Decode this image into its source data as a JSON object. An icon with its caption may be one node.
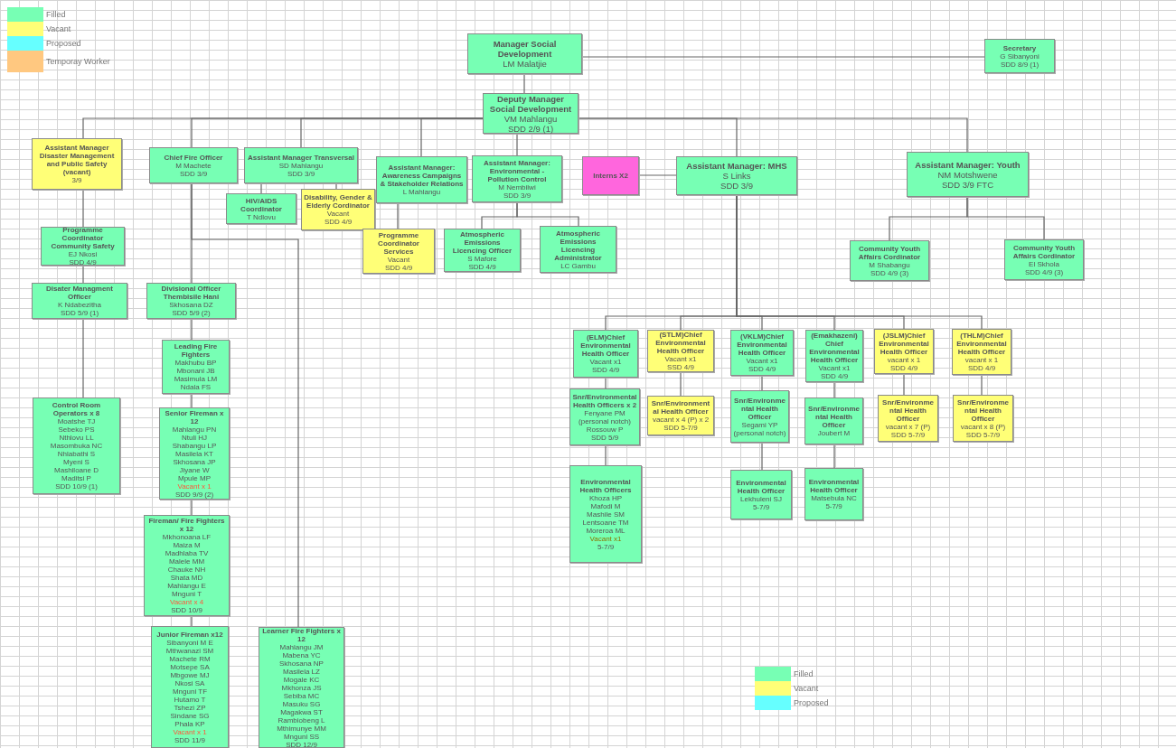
{
  "diagram": {
    "nodes": [
      {
        "text": [
          "Manager Social Development",
          "LM Malatjie"
        ]
      },
      {
        "text": [
          "Secretary",
          "G Sibanyoni",
          "SDD 8/9 (1)"
        ]
      },
      {
        "text": [
          "Deputy Manager Social Development",
          "VM Mahlangu",
          "SDD 2/9 (1)"
        ]
      },
      {
        "text": [
          "Assistant Manager Disaster Management and Public Safety (vacant)",
          "3/9"
        ]
      },
      {
        "text": [
          "Chief Fire Officer",
          "M Machete",
          "SDD 3/9"
        ]
      },
      {
        "text": [
          "Assistant Manager Transversal",
          "SD Mahlangu",
          "SDD 3/9"
        ]
      },
      {
        "text": [
          "Assistant Manager: Awareness Campaigns & Stakeholder Relations",
          "L Mahlangu"
        ]
      },
      {
        "text": [
          "Assistant Manager: Environmental - Pollution Control",
          "M Nembilwi",
          "SDD 3/9"
        ]
      },
      {
        "text": [
          "Interns X2"
        ]
      },
      {
        "text": [
          "Assistant Manager: MHS",
          "S Links",
          "SDD 3/9"
        ]
      },
      {
        "text": [
          "Assistant Manager: Youth",
          "NM Motshwene",
          "SDD 3/9 FTC"
        ]
      },
      {
        "text": [
          "HIV/AIDS Coordinator",
          "T Ndlovu"
        ]
      },
      {
        "text": [
          "Disability, Gender & Elderly Cordinator",
          "Vacant",
          "SDD 4/9"
        ]
      },
      {
        "text": [
          "Programme Coordinator Services",
          "Vacant",
          "SDD 4/9"
        ]
      },
      {
        "text": [
          "Atmospheric Emissions Licencing Officer",
          "S Mafore",
          "SDD 4/9"
        ]
      },
      {
        "text": [
          "Atmospheric Emissions Licencing Administrator",
          "LC Gambu"
        ]
      },
      {
        "text": [
          "Programme Coordinator Community Safety",
          "EJ Nkosi",
          "SDD 4/9"
        ]
      },
      {
        "text": [
          "Community Youth Affairs Cordinator",
          "M Shabangu",
          "SDD 4/9 (3)"
        ]
      },
      {
        "text": [
          "Community Youth Affairs Cordinator",
          "El Skhola",
          "SDD 4/9 (3)"
        ]
      },
      {
        "text": [
          "Disater Managment Officer",
          "K Ndabezitha",
          "SDD 5/9 (1)"
        ]
      },
      {
        "text": [
          "Divisional Officer Thembisile Hani",
          "Skhosana DZ",
          "SDD 5/9 (2)"
        ]
      },
      {
        "text": [
          "Leading Fire Fighters",
          "Makhubu BP",
          "Mbonani JB",
          "Masimula LM",
          "Ndala FS"
        ]
      },
      {
        "text": [
          "Control Room Operators x 8",
          "Moatshe TJ",
          "Sebeko PS",
          "Nthlovu LL",
          "Masombuka NC",
          "Nhlabathi S",
          "Myeni S",
          "Mashiloane D",
          "Maditsi P",
          "SDD 10/9 (1)"
        ]
      },
      {
        "text": [
          "Senior Fireman x 12",
          "Mahlangu PN",
          "Ntuli HJ",
          "Shabangu LP",
          "Masilela KT",
          "Skhosana JP",
          "Jiyane W",
          "Mpule MP",
          "Vacant x 1",
          "SDD 9/9 (2)"
        ]
      },
      {
        "text": [
          "Fireman/ Fire Fighters x 12",
          "Mkhonoana LF",
          "Maiza M",
          "Madhlaba TV",
          "Malele MM",
          "Chauke NH",
          "Shata MD",
          "Mahlangu E",
          "Mnguni T",
          "Vacant x 4",
          "SDD 10/9"
        ]
      },
      {
        "text": [
          "Junior Fireman x12",
          "Sibanyoni M E",
          "Mthwanazi SM",
          "Machete RM",
          "Motsepe SA",
          "Mbgowe MJ",
          "Nkosi SA",
          "Mnguni TF",
          "Hutamo T",
          "Tshezi ZP",
          "Sindane SG",
          "Phala KP",
          "Vacant x 1",
          "SDD 11/9"
        ]
      },
      {
        "text": [
          "Learner Fire Fighters x 12",
          "Mahlangu JM",
          "Mabena YC",
          "Skhosana NP",
          "Masilela LZ",
          "Mogale KC",
          "Mkhonza JS",
          "Sebiba MC",
          "Masuku SG",
          "Magakwa ST",
          "Rambiobeng L",
          "Mthimunye MM",
          "Mnguni SS",
          "SDD 12/9"
        ]
      },
      {
        "text": [
          "(ELM)Chief Environmental Health Officer",
          "Vacant x1",
          "SDD 4/9"
        ]
      },
      {
        "text": [
          "(STLM)Chief Environmental Health Officer",
          "Vacant x1",
          "SSD 4/9"
        ]
      },
      {
        "text": [
          "(VKLM)Chief Environmental Health Officer",
          "Vacant x1",
          "SDD 4/9"
        ]
      },
      {
        "text": [
          "(Emakhazeni) Chief Environmental Health Officer",
          "Vacant x1",
          "SDD 4/9"
        ]
      },
      {
        "text": [
          "(JSLM)Chief Environmental Health Officer",
          "vacant x 1",
          "SDD 4/9"
        ]
      },
      {
        "text": [
          "(THLM)Chief Environmental Health Officer",
          "vacant x 1",
          "SDD 4/9"
        ]
      },
      {
        "text": [
          "Snr/Environmental Health Officers x 2",
          "Fenyane PM (personal notch)",
          "Rossouw P",
          "SDD 5/9"
        ]
      },
      {
        "text": [
          "Snr/Environmental Health Officer",
          "vacant x 4 (P) x 2",
          "SDD 5-7/9"
        ]
      },
      {
        "text": [
          "Snr/Environmental Health Officer",
          "Segami YP (personal notch)"
        ]
      },
      {
        "text": [
          "Snr/Environmental Health Officer",
          "Joubert M"
        ]
      },
      {
        "text": [
          "Snr/Environmental Health Officer",
          "vacant x 7 (P)",
          "SDD 5-7/9"
        ]
      },
      {
        "text": [
          "Snr/Environmental Health Officer",
          "vacant x 8 (P)",
          "SDD 5-7/9"
        ]
      },
      {
        "text": [
          "Environmental Health Officers",
          "Khoza HP",
          "Mafodi M",
          "Mashile SM",
          "Lentsoane TM",
          "Moreroa ML",
          "Vacant x1",
          "5-7/9"
        ]
      },
      {
        "text": [
          "Environmental Health Officer",
          "Lekhuleni SJ",
          "5-7/9"
        ]
      },
      {
        "text": [
          "Environmental Health Officer",
          "Matsebula NC",
          "5-7/9"
        ]
      }
    ],
    "edges": [
      {
        "from": 0,
        "to": 1,
        "arrow": "none"
      },
      {
        "from": 0,
        "to": 2,
        "arrow": "none"
      },
      {
        "from": 2,
        "to": 3,
        "arrow": "none"
      },
      {
        "from": 2,
        "to": 4,
        "arrow": "none"
      },
      {
        "from": 2,
        "to": 5,
        "arrow": "none"
      },
      {
        "from": 2,
        "to": 6,
        "arrow": "none"
      },
      {
        "from": 2,
        "to": 7,
        "arrow": "none"
      },
      {
        "from": 2,
        "to": 9,
        "arrow": "none"
      },
      {
        "from": 2,
        "to": 10,
        "arrow": "none"
      },
      {
        "from": 8,
        "to": 9,
        "arrow": "none"
      },
      {
        "from": 5,
        "to": 11,
        "arrow": "none"
      },
      {
        "from": 5,
        "to": 12,
        "arrow": "none"
      },
      {
        "from": 6,
        "to": 13,
        "arrow": "none"
      },
      {
        "from": 7,
        "to": 14,
        "arrow": "none"
      },
      {
        "from": 7,
        "to": 15,
        "arrow": "none"
      },
      {
        "from": 3,
        "to": 16,
        "arrow": "none"
      },
      {
        "from": 10,
        "to": 17,
        "arrow": "none"
      },
      {
        "from": 10,
        "to": 18,
        "arrow": "none"
      },
      {
        "from": 16,
        "to": 19,
        "arrow": "none"
      },
      {
        "from": 4,
        "to": 20,
        "arrow": "none"
      },
      {
        "from": 20,
        "to": 21,
        "arrow": "none"
      },
      {
        "from": 19,
        "to": 22,
        "arrow": "none"
      },
      {
        "from": 21,
        "to": 23,
        "arrow": "none"
      },
      {
        "from": 23,
        "to": 24,
        "arrow": "none"
      },
      {
        "from": 24,
        "to": 25,
        "arrow": "none"
      },
      {
        "from": 4,
        "to": 26,
        "arrow": "none"
      },
      {
        "from": 9,
        "to": 27,
        "arrow": "none"
      },
      {
        "from": 9,
        "to": 28,
        "arrow": "none"
      },
      {
        "from": 9,
        "to": 29,
        "arrow": "none"
      },
      {
        "from": 9,
        "to": 30,
        "arrow": "none"
      },
      {
        "from": 9,
        "to": 31,
        "arrow": "none"
      },
      {
        "from": 9,
        "to": 32,
        "arrow": "none"
      },
      {
        "from": 27,
        "to": 33,
        "arrow": "none"
      },
      {
        "from": 28,
        "to": 34,
        "arrow": "none"
      },
      {
        "from": 29,
        "to": 35,
        "arrow": "none"
      },
      {
        "from": 30,
        "to": 36,
        "arrow": "none"
      },
      {
        "from": 31,
        "to": 37,
        "arrow": "none"
      },
      {
        "from": 32,
        "to": 38,
        "arrow": "none"
      },
      {
        "from": 33,
        "to": 39,
        "arrow": "none"
      },
      {
        "from": 35,
        "to": 40,
        "arrow": "none"
      },
      {
        "from": 36,
        "to": 41,
        "arrow": "none"
      }
    ],
    "legend": [
      {
        "text": "Filled",
        "color": "#77ffb4"
      },
      {
        "text": "Vacant",
        "color": "#ffff77"
      },
      {
        "text": "Proposed",
        "color": "#66ffff"
      },
      {
        "text": "Temporay Worker",
        "color": "#ffc880"
      },
      {
        "text": "Filled",
        "color": "#77ffb4"
      },
      {
        "text": "Vacant",
        "color": "#ffff77"
      },
      {
        "text": "Proposed",
        "color": "#66ffff"
      }
    ]
  }
}
